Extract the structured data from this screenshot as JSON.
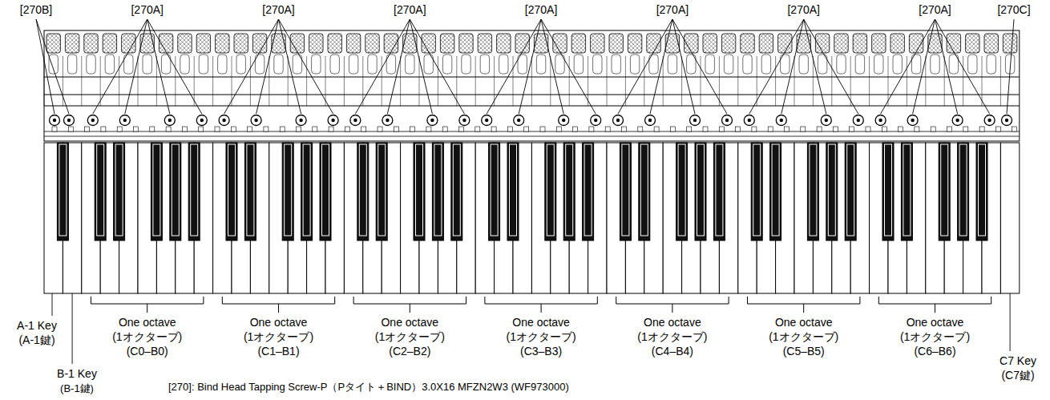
{
  "diagram": {
    "labels": [
      "[270B]",
      "[270A]",
      "[270A]",
      "[270A]",
      "[270A]",
      "[270A]",
      "[270A]",
      "[270A]",
      "[270C]",
      "A-1 Key",
      "(A-1鍵)",
      "B-1 Key",
      "(B-1鍵)",
      "One octave",
      "(1オクターブ)",
      "(C0–B0)",
      "One octave",
      "(1オクターブ)",
      "(C1–B1)",
      "One octave",
      "(1オクターブ)",
      "(C2–B2)",
      "One octave",
      "(1オクターブ)",
      "(C3–B3)",
      "One octave",
      "(1オクターブ)",
      "(C4–B4)",
      "One octave",
      "(1オクターブ)",
      "(C5–B5)",
      "One octave",
      "(1オクターブ)",
      "(C6–B6)",
      "C7 Key",
      "(C7鍵)",
      "[270]: Bind Head Tapping Screw-P（Pタイト＋BIND）3.0X16 MFZN2W3 (WF973000)"
    ]
  }
}
